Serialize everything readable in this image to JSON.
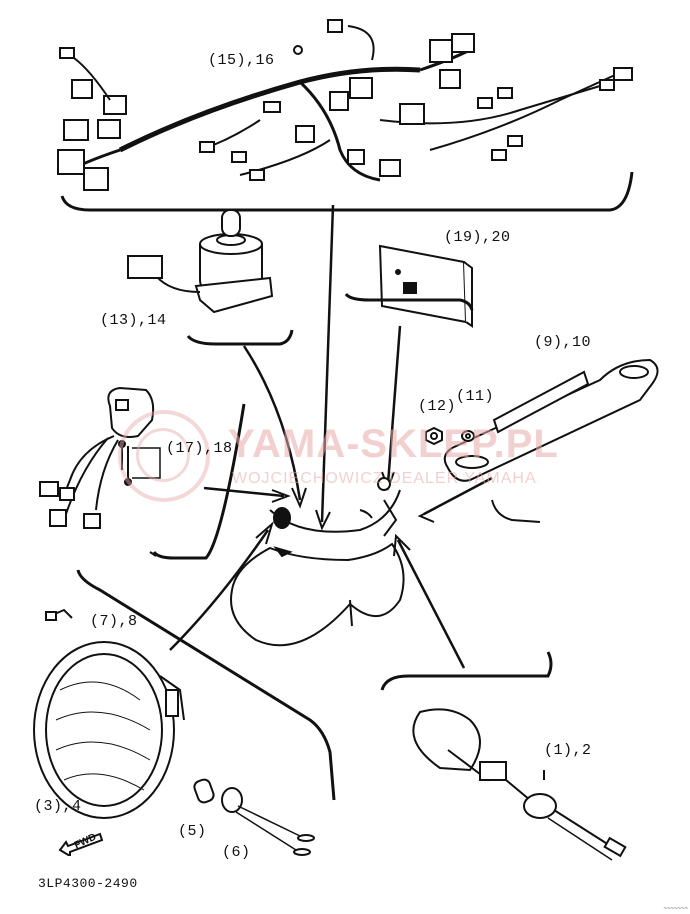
{
  "watermark": {
    "main": "YAMA-SKLEP.PL",
    "sub": "WOJCIECHOWICZ DEALER YAMAHA"
  },
  "parts": [
    {
      "id": "p15_16",
      "label": "(15),16",
      "name": "wire-harness"
    },
    {
      "id": "p13_14",
      "label": "(13),14",
      "name": "main-switch"
    },
    {
      "id": "p19_20",
      "label": "(19),20",
      "name": "reflector"
    },
    {
      "id": "p9_10",
      "label": "(9),10",
      "name": "license-bracket"
    },
    {
      "id": "p12",
      "label": "(12)",
      "name": "nut"
    },
    {
      "id": "p11",
      "label": "(11)",
      "name": "washer"
    },
    {
      "id": "p17_18",
      "label": "(17),18",
      "name": "handlebar-switch-screws"
    },
    {
      "id": "p7_8",
      "label": "(7),8",
      "name": "headlight-clip"
    },
    {
      "id": "p3_4",
      "label": "(3),4",
      "name": "headlight-unit"
    },
    {
      "id": "p5",
      "label": "(5)",
      "name": "bulb"
    },
    {
      "id": "p6",
      "label": "(6)",
      "name": "bulb-socket"
    },
    {
      "id": "p1_2",
      "label": "(1),2",
      "name": "tail-light-socket"
    }
  ],
  "fwd_label": "FWD",
  "diagram_code": "3LP4300-2490",
  "corner_mark": "~~~~~~~"
}
